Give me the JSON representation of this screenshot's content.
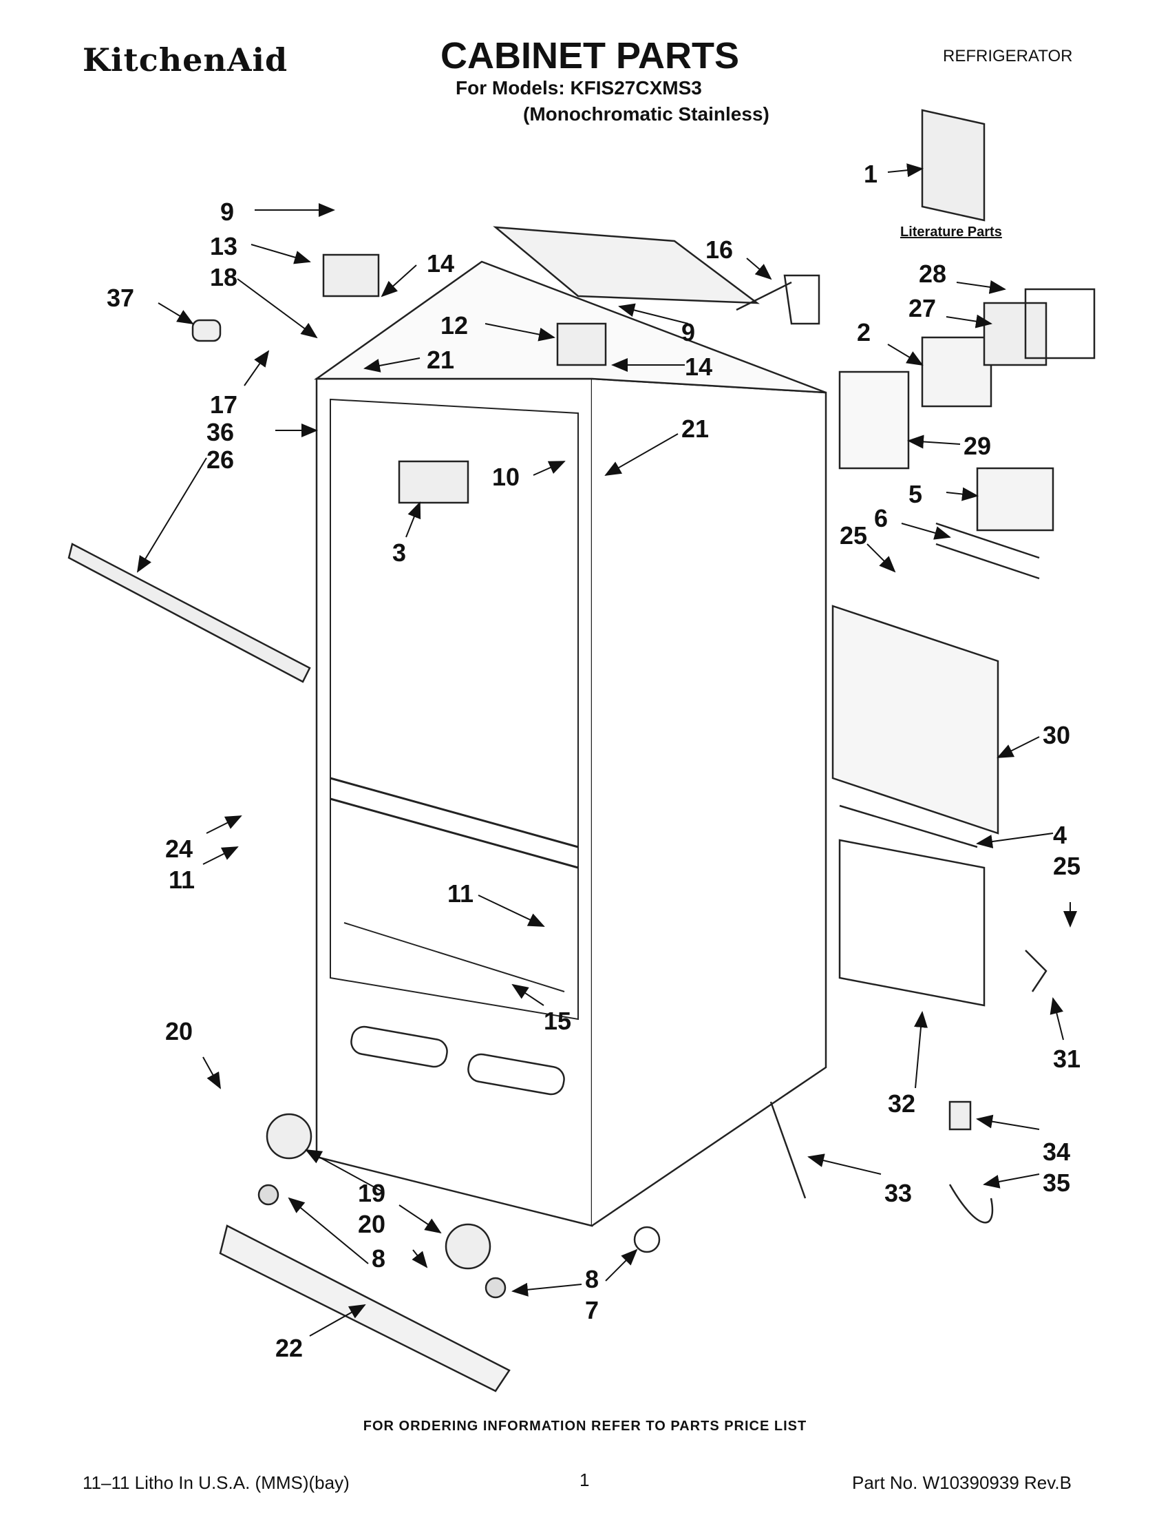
{
  "header": {
    "brand": "KitchenAid",
    "title": "CABINET PARTS",
    "category": "REFRIGERATOR",
    "models_line": "For Models: KFIS27CXMS3",
    "variant_line": "(Monochromatic Stainless)"
  },
  "diagram": {
    "literature_label": "Literature Parts",
    "callouts": [
      "1",
      "9",
      "13",
      "14",
      "18",
      "37",
      "16",
      "12",
      "9",
      "28",
      "27",
      "2",
      "14",
      "21",
      "17",
      "36",
      "26",
      "21",
      "10",
      "29",
      "5",
      "6",
      "25",
      "3",
      "30",
      "4",
      "25",
      "24",
      "11",
      "11",
      "15",
      "31",
      "20",
      "32",
      "34",
      "33",
      "35",
      "19",
      "20",
      "8",
      "8",
      "7",
      "22"
    ]
  },
  "footer": {
    "ordering_note": "FOR ORDERING INFORMATION REFER TO PARTS PRICE LIST",
    "litho": "11–11 Litho In U.S.A. (MMS)(bay)",
    "page_number": "1",
    "part_number": "Part No. W10390939 Rev.B"
  }
}
